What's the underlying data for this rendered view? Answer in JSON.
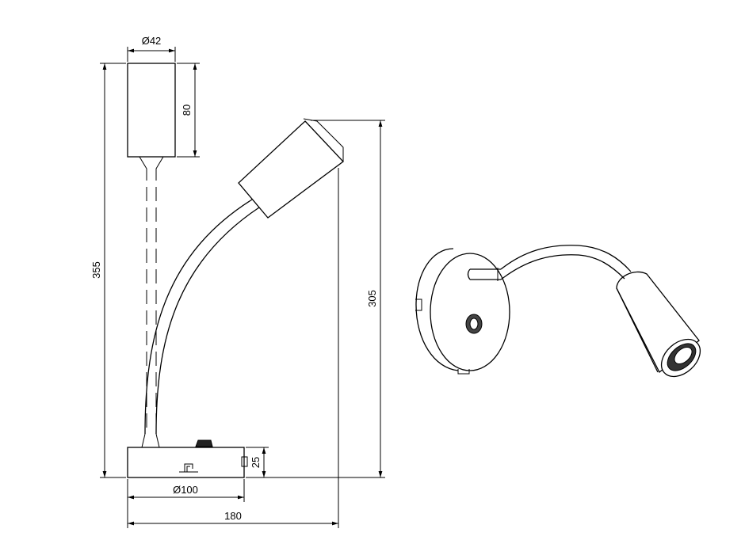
{
  "dimensions": {
    "shade_diameter": "Ø42",
    "shade_height": "80",
    "total_height": "355",
    "arm_height": "305",
    "base_height": "25",
    "base_diameter": "Ø100",
    "total_width": "180"
  }
}
